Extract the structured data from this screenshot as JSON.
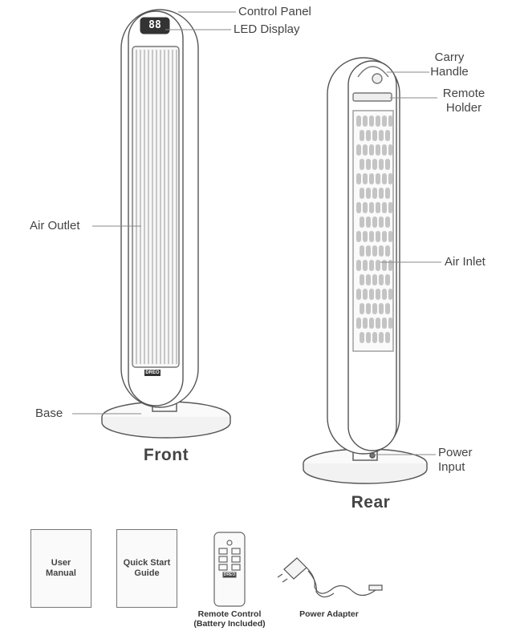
{
  "front": {
    "title": "Front",
    "labels": {
      "control_panel": "Control Panel",
      "led_display": "LED Display",
      "air_outlet": "Air Outlet",
      "base": "Base"
    },
    "display_digits": "88",
    "brand": "DREO"
  },
  "rear": {
    "title": "Rear",
    "labels": {
      "carry_handle": "Carry\nHandle",
      "remote_holder": "Remote\nHolder",
      "air_inlet": "Air Inlet",
      "power_input": "Power\nInput"
    }
  },
  "accessories": {
    "user_manual": "User\nManual",
    "quick_start": "Quick Start\nGuide",
    "remote_control": "Remote Control\n(Battery Included)",
    "power_adapter": "Power Adapter",
    "remote_brand": "DREO"
  },
  "colors": {
    "line": "#555555",
    "light_line": "#999999",
    "fill": "#f4f4f4"
  }
}
